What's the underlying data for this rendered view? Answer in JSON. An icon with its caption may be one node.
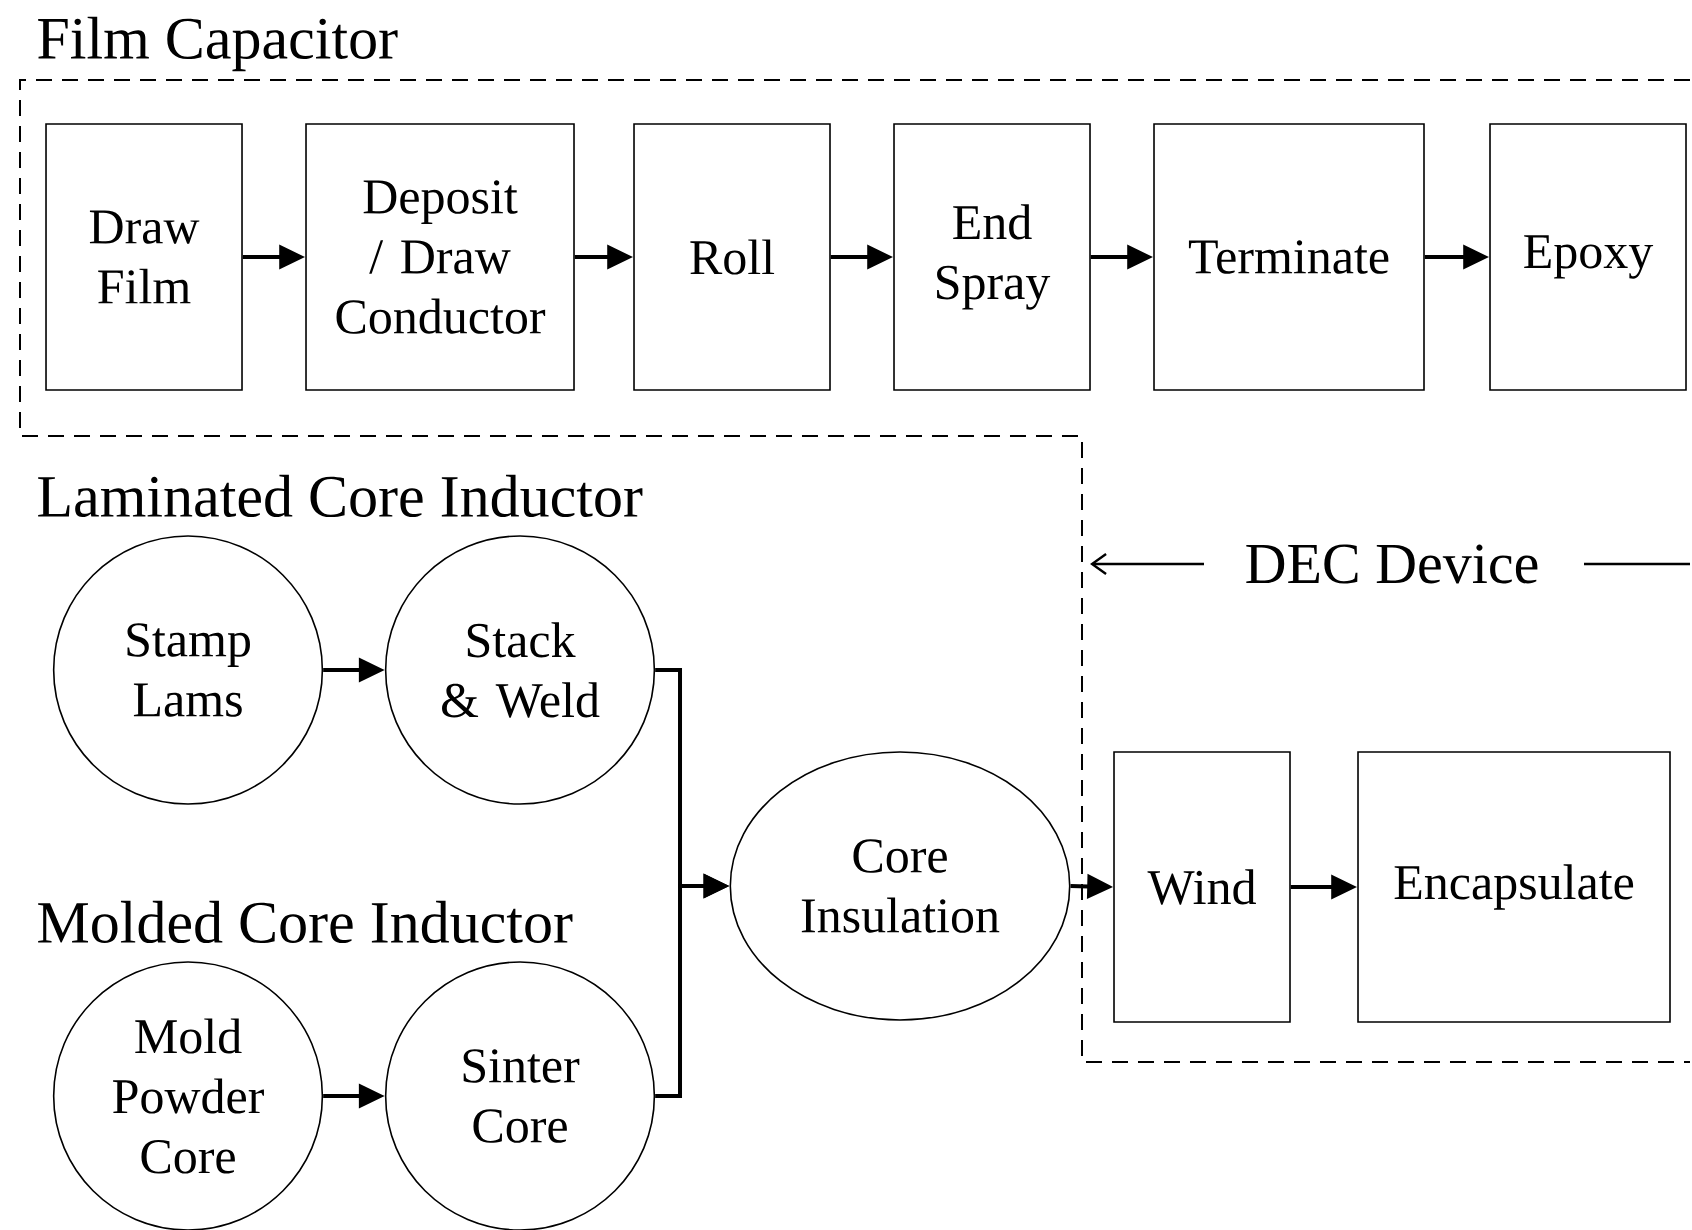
{
  "diagram": {
    "nodes": [
      {
        "text": [
          "Draw Film"
        ]
      },
      {
        "text": [
          "Deposit / Draw Conductor"
        ]
      },
      {
        "text": [
          "Roll"
        ]
      },
      {
        "text": [
          "End Spray"
        ]
      },
      {
        "text": [
          "Terminate"
        ]
      },
      {
        "text": [
          "Epoxy"
        ]
      },
      {
        "text": [
          "Stamp Lams"
        ]
      },
      {
        "text": [
          "Stack & Weld"
        ]
      },
      {
        "text": [
          "Mold Powder Core"
        ]
      },
      {
        "text": [
          "Sinter Core"
        ]
      },
      {
        "text": [
          "Core Insulation"
        ]
      },
      {
        "text": [
          "Wind"
        ]
      },
      {
        "text": [
          "Encapsulate"
        ]
      }
    ],
    "edges": [
      {
        "from": 0,
        "to": 1,
        "arrow": "to"
      },
      {
        "from": 1,
        "to": 2,
        "arrow": "to"
      },
      {
        "from": 2,
        "to": 3,
        "arrow": "to"
      },
      {
        "from": 3,
        "to": 4,
        "arrow": "to"
      },
      {
        "from": 4,
        "to": 5,
        "arrow": "to"
      },
      {
        "from": 6,
        "to": 7,
        "arrow": "to"
      },
      {
        "from": 8,
        "to": 9,
        "arrow": "to"
      },
      {
        "from": 7,
        "to": 10,
        "arrow": "to"
      },
      {
        "from": 9,
        "to": 10,
        "arrow": "to"
      },
      {
        "from": 10,
        "to": 11,
        "arrow": "to"
      },
      {
        "from": 11,
        "to": 12,
        "arrow": "to"
      }
    ],
    "labels": [
      "Film Capacitor",
      "Laminated Core Inductor",
      "DEC Device",
      "Molded Core Inductor"
    ]
  }
}
